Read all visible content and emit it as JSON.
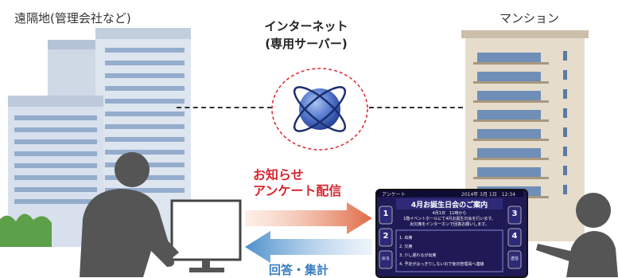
{
  "labels": {
    "remote_site": "遠隔地(管理会社など)",
    "mansion": "マンション",
    "internet_line1": "インターネット",
    "internet_line2": "(専用サーバー)",
    "notice_line1": "お知らせ",
    "notice_line2": "アンケート配信",
    "reply": "回答・集計"
  },
  "screen": {
    "header_left": "アンケート",
    "header_right": "2014年 3月 1日　12:34",
    "title": "4月お誕生日会のご案内",
    "body_line1": "4月1日　11時から",
    "body_line2": "1階イベントホールにて4月お誕生日会を行います。",
    "body_line3": "出欠席をインターホンで回答お願いします。",
    "options": [
      "1. 出席",
      "2. 欠席",
      "3. 少し遅れるが出席",
      "4. 予定がはっきりしないので後日管理員へ連絡"
    ],
    "left_buttons": [
      "1",
      "2",
      "戻る"
    ],
    "right_buttons": [
      "3",
      "4",
      "送信"
    ]
  },
  "colors": {
    "red_arrow": "#e06a45",
    "blue_arrow": "#4c8fcb",
    "globe": "#4a6fc6",
    "screen_bg": "#1f1a55"
  }
}
